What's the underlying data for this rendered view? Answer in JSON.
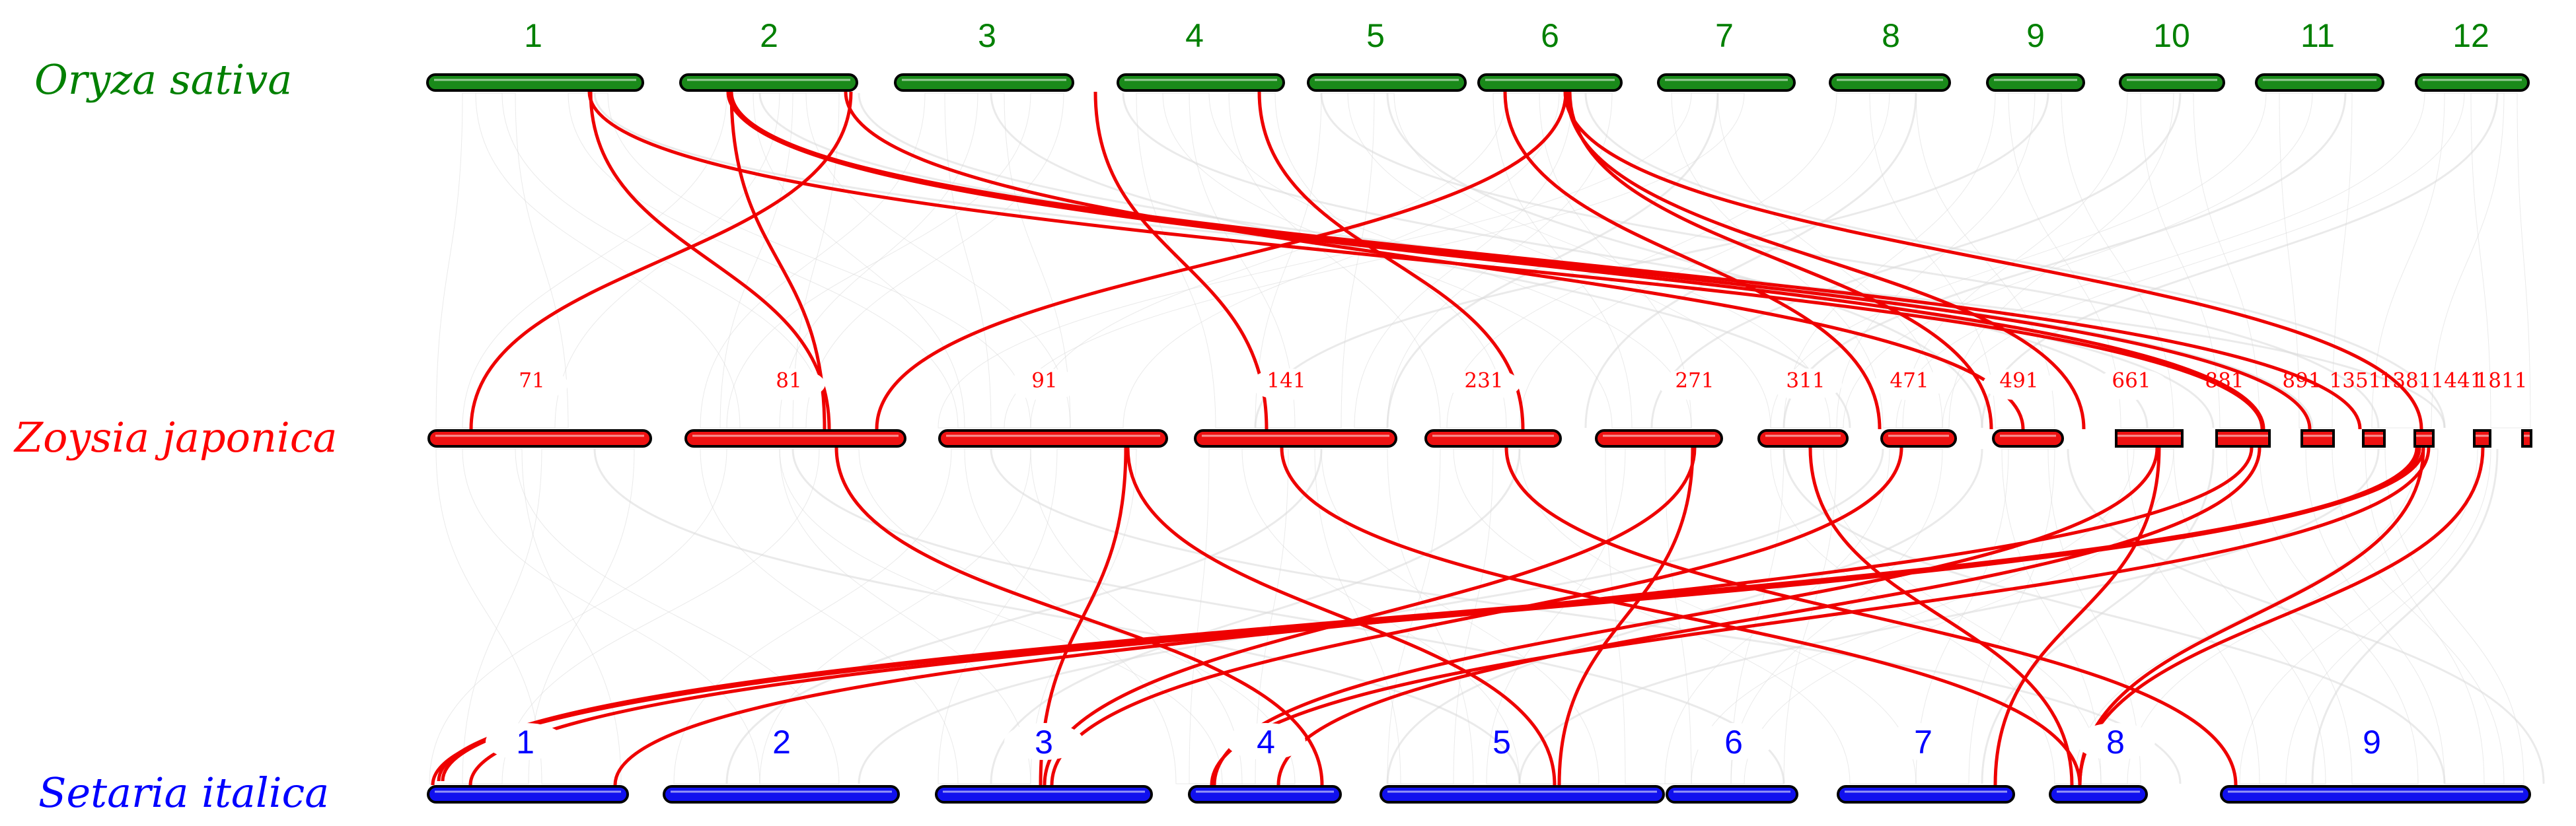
{
  "species": {
    "top": {
      "name": "Oryza sativa",
      "color": "#008000"
    },
    "middle": {
      "name": "Zoysia japonica",
      "color": "#ff0000"
    },
    "bottom": {
      "name": "Setaria italica",
      "color": "#0000ff"
    }
  },
  "colors": {
    "top_bar": "#1a8a1a",
    "middle_bar": "#ee1111",
    "bottom_bar": "#1010ee",
    "highlight_link": "#ee0000",
    "background_link": "#d9d9d9"
  },
  "top_chromosomes": [
    "1",
    "2",
    "3",
    "4",
    "5",
    "6",
    "7",
    "8",
    "9",
    "10",
    "11",
    "12"
  ],
  "middle_scaffolds": [
    "71",
    "81",
    "91",
    "141",
    "231",
    "271",
    "311",
    "471",
    "491",
    "661",
    "881",
    "891",
    "1351",
    "1381",
    "1441",
    "1811"
  ],
  "bottom_chromosomes": [
    "1",
    "2",
    "3",
    "4",
    "5",
    "6",
    "7",
    "8",
    "9"
  ]
}
